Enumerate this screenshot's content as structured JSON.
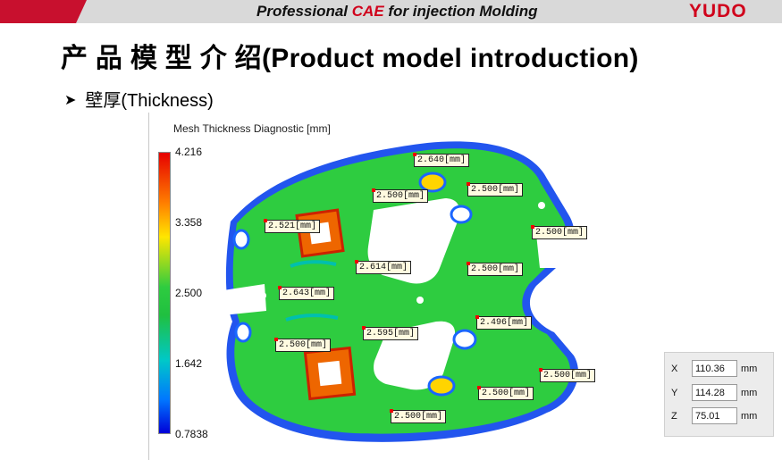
{
  "header": {
    "title_prefix": "Professional ",
    "title_accent": "CAE",
    "title_suffix": " for injection Molding",
    "brand": "YUDO",
    "accent_color": "#d0021b"
  },
  "page_title": "产 品 模 型 介 绍(Product model introduction)",
  "bullet": {
    "icon": "arrow-right-icon",
    "text": "壁厚(Thickness)"
  },
  "diagnostic": {
    "title": "Mesh Thickness Diagnostic [mm]",
    "scale_ticks": [
      "4.216",
      "3.358",
      "2.500",
      "1.642",
      "0.7838"
    ],
    "labels": [
      "2.640[mm]",
      "2.500[mm]",
      "2.500[mm]",
      "2.521[mm]",
      "2.500[mm]",
      "2.614[mm]",
      "2.500[mm]",
      "2.643[mm]",
      "2.496[mm]",
      "2.595[mm]",
      "2.500[mm]",
      "2.500[mm]",
      "2.500[mm]",
      "2.500[mm]"
    ]
  },
  "coordinates": {
    "x": {
      "axis": "X",
      "value": "110.36",
      "unit": "mm"
    },
    "y": {
      "axis": "Y",
      "value": "114.28",
      "unit": "mm"
    },
    "z": {
      "axis": "Z",
      "value": "75.01",
      "unit": "mm"
    }
  }
}
